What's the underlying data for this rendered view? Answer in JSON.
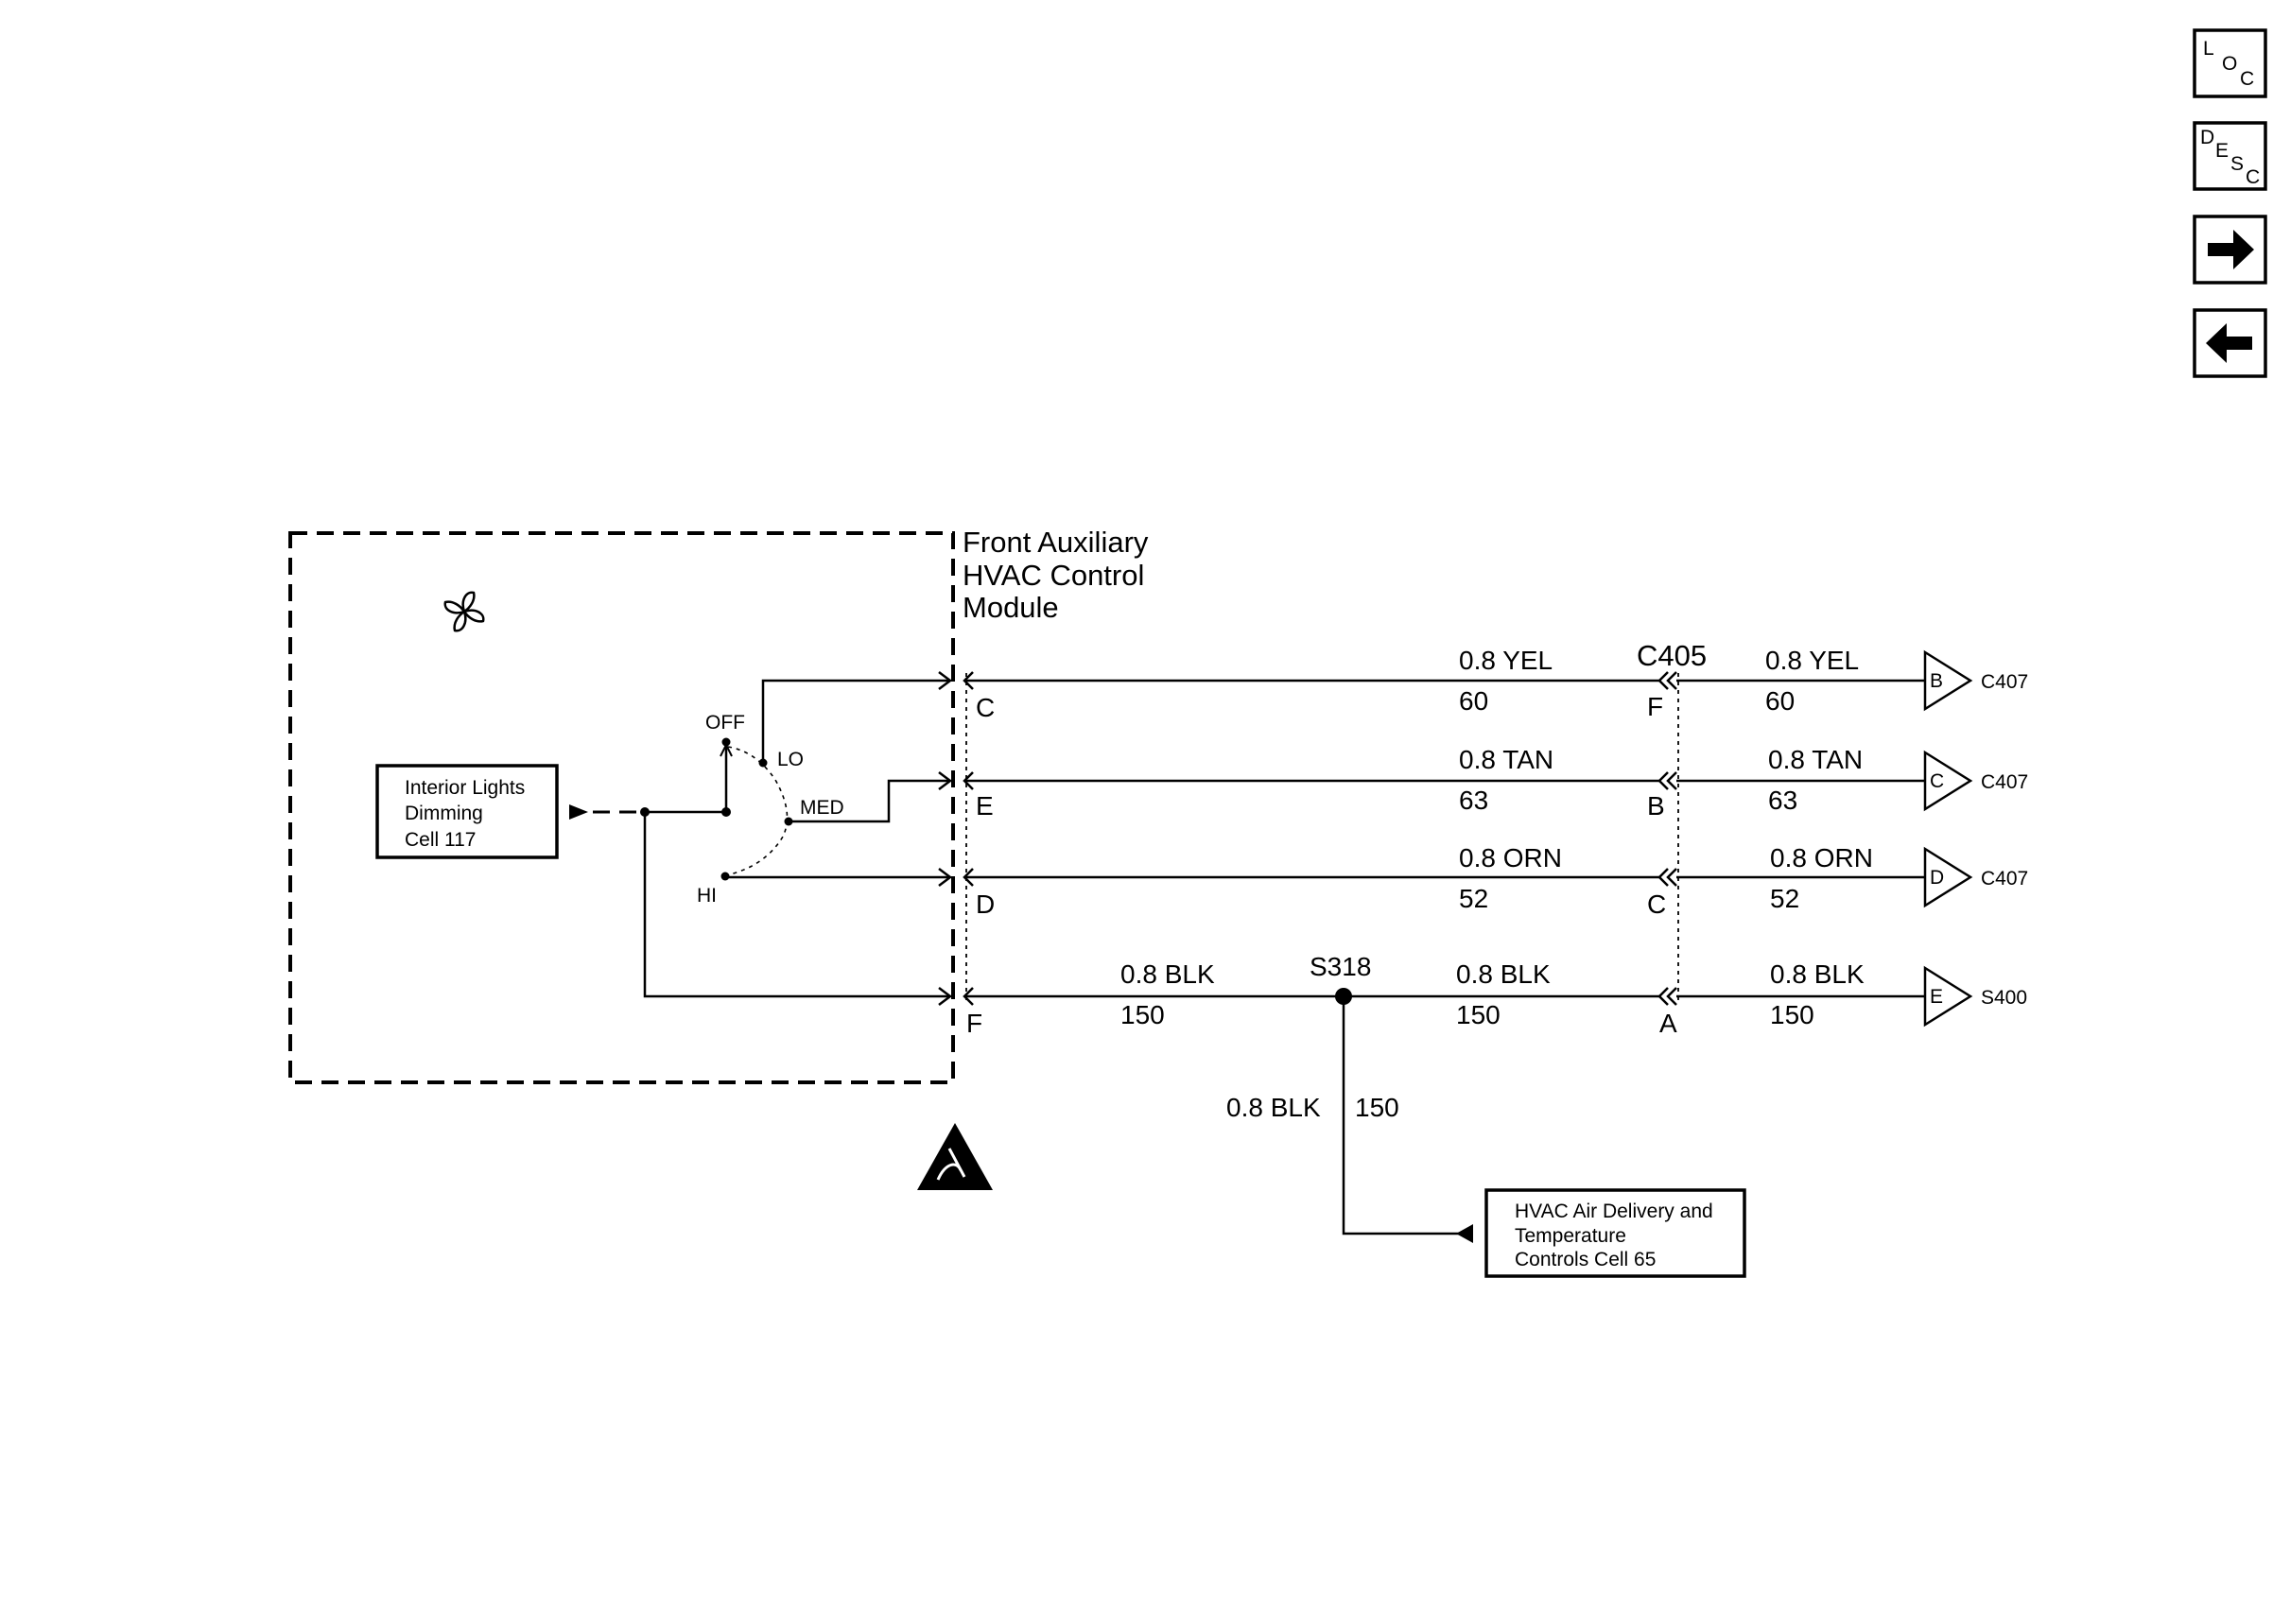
{
  "nav": {
    "loc_letters": [
      "L",
      "O",
      "C"
    ],
    "desc_letters": [
      "D",
      "E",
      "S",
      "C"
    ]
  },
  "module": {
    "title_lines": [
      "Front Auxiliary",
      "HVAC Control",
      "Module"
    ]
  },
  "switch": {
    "off": "OFF",
    "lo": "LO",
    "med": "MED",
    "hi": "HI"
  },
  "refs": {
    "interior_lights": [
      "Interior Lights",
      "Dimming",
      "Cell 117"
    ],
    "hvac_air": [
      "HVAC Air Delivery and",
      "Temperature",
      "Controls Cell 65"
    ]
  },
  "circuits": [
    {
      "module_pin": "C",
      "wire_left": "0.8 YEL",
      "circuit_left": "60",
      "c405_pin": "F",
      "wire_right": "0.8 YEL",
      "circuit_right": "60",
      "terminal": "B",
      "dest": "C407"
    },
    {
      "module_pin": "E",
      "wire_left": "0.8 TAN",
      "circuit_left": "63",
      "c405_pin": "B",
      "wire_right": "0.8 TAN",
      "circuit_right": "63",
      "terminal": "C",
      "dest": "C407"
    },
    {
      "module_pin": "D",
      "wire_left": "0.8 ORN",
      "circuit_left": "52",
      "c405_pin": "C",
      "wire_right": "0.8 ORN",
      "circuit_right": "52",
      "terminal": "D",
      "dest": "C407"
    },
    {
      "module_pin": "F",
      "wire_left": "0.8 BLK",
      "circuit_left": "150",
      "c405_pin": "A",
      "wire_right": "0.8 BLK",
      "circuit_right": "150",
      "terminal": "E",
      "dest": "S400"
    }
  ],
  "ground_branch": {
    "pre_splice_wire": "0.8 BLK",
    "pre_splice_circuit": "150",
    "splice": "S318",
    "drop_wire": "0.8 BLK",
    "drop_circuit": "150"
  },
  "connector": {
    "name": "C405"
  }
}
